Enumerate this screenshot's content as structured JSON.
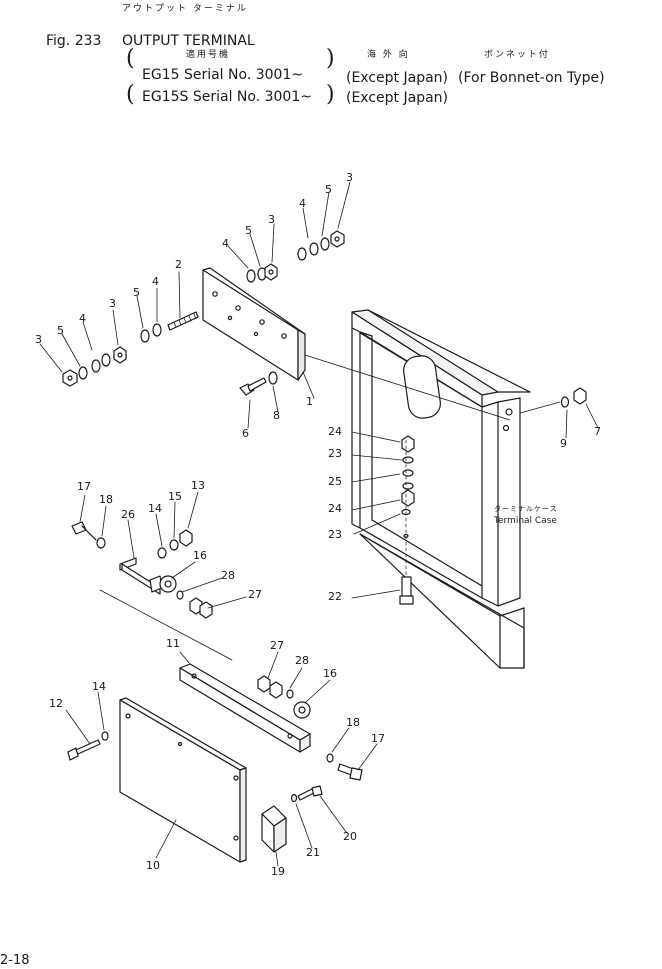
{
  "header": {
    "jp_title": "アウトプット ターミナル",
    "fig_label": "Fig. 233",
    "title": "OUTPUT TERMINAL",
    "jp_models": "適用号機",
    "jp_export": "海 外 向",
    "jp_bonnet": "ボンネット付",
    "line1_model": "EG15   Serial No. 3001~",
    "line1_note1": "(Except Japan)",
    "line1_note2": "(For Bonnet-on Type)",
    "line2_model": "EG15S Serial No. 3001~",
    "line2_note1": "(Except Japan)"
  },
  "annotation": {
    "jp": "ターミナルケース",
    "en": "Terminal Case"
  },
  "page_number": "2-18",
  "callouts": [
    {
      "id": "c3a",
      "label": "3"
    },
    {
      "id": "c5a",
      "label": "5"
    },
    {
      "id": "c4a",
      "label": "4"
    },
    {
      "id": "c3b",
      "label": "3"
    },
    {
      "id": "c5b",
      "label": "5"
    },
    {
      "id": "c4b",
      "label": "4"
    },
    {
      "id": "c2",
      "label": "2"
    },
    {
      "id": "c4c",
      "label": "4"
    },
    {
      "id": "c5c",
      "label": "5"
    },
    {
      "id": "c3c",
      "label": "3"
    },
    {
      "id": "c4d",
      "label": "4"
    },
    {
      "id": "c5d",
      "label": "5"
    },
    {
      "id": "c3d",
      "label": "3"
    },
    {
      "id": "c1",
      "label": "1"
    },
    {
      "id": "c6",
      "label": "6"
    },
    {
      "id": "c8",
      "label": "8"
    },
    {
      "id": "c9",
      "label": "9"
    },
    {
      "id": "c7",
      "label": "7"
    },
    {
      "id": "c24a",
      "label": "24"
    },
    {
      "id": "c23a",
      "label": "23"
    },
    {
      "id": "c25",
      "label": "25"
    },
    {
      "id": "c24b",
      "label": "24"
    },
    {
      "id": "c23b",
      "label": "23"
    },
    {
      "id": "c22",
      "label": "22"
    },
    {
      "id": "c17a",
      "label": "17"
    },
    {
      "id": "c18a",
      "label": "18"
    },
    {
      "id": "c26",
      "label": "26"
    },
    {
      "id": "c14a",
      "label": "14"
    },
    {
      "id": "c15",
      "label": "15"
    },
    {
      "id": "c13",
      "label": "13"
    },
    {
      "id": "c16a",
      "label": "16"
    },
    {
      "id": "c28a",
      "label": "28"
    },
    {
      "id": "c27a",
      "label": "27"
    },
    {
      "id": "c11",
      "label": "11"
    },
    {
      "id": "c27b",
      "label": "27"
    },
    {
      "id": "c28b",
      "label": "28"
    },
    {
      "id": "c16b",
      "label": "16"
    },
    {
      "id": "c12",
      "label": "12"
    },
    {
      "id": "c14b",
      "label": "14"
    },
    {
      "id": "c18b",
      "label": "18"
    },
    {
      "id": "c17b",
      "label": "17"
    },
    {
      "id": "c20",
      "label": "20"
    },
    {
      "id": "c21",
      "label": "21"
    },
    {
      "id": "c19",
      "label": "19"
    },
    {
      "id": "c10",
      "label": "10"
    }
  ]
}
